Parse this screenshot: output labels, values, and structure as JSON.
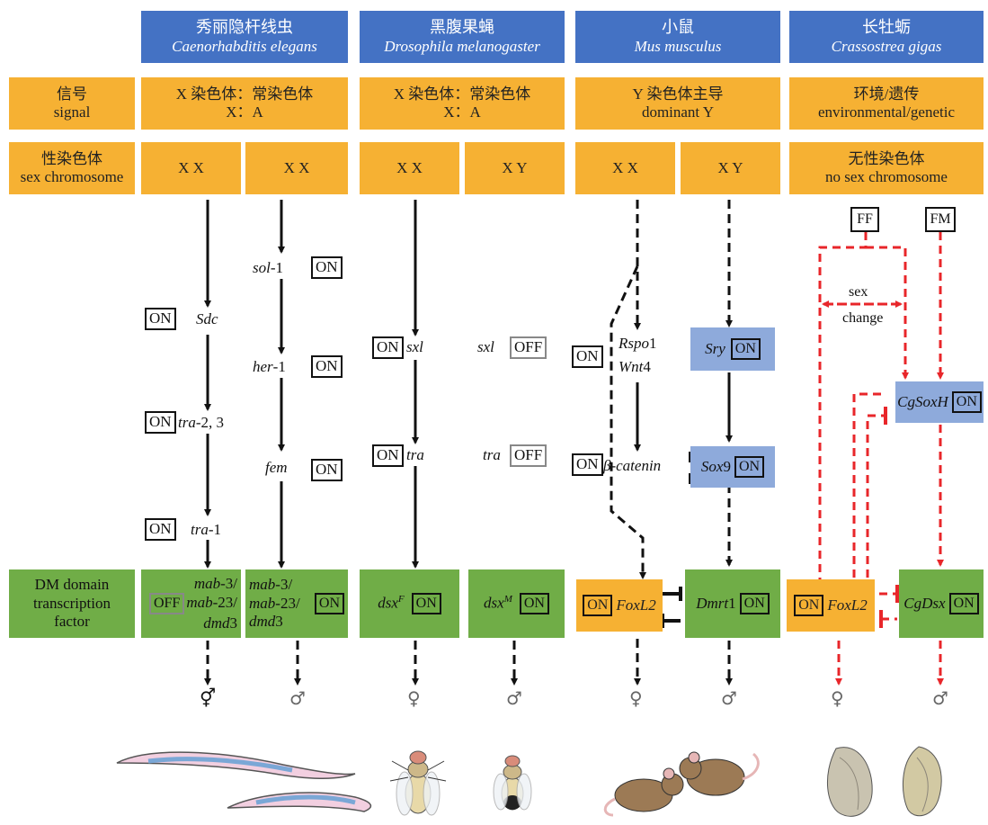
{
  "species": [
    {
      "cn": "秀丽隐杆线虫",
      "lat": "Caenorhabditis elegans"
    },
    {
      "cn": "黑腹果蝇",
      "lat": "Drosophila melanogaster"
    },
    {
      "cn": "小鼠",
      "lat": "Mus musculus"
    },
    {
      "cn": "长牡蛎",
      "lat": "Crassostrea gigas"
    }
  ],
  "rows": {
    "signal": {
      "cn": "信号",
      "en": "signal"
    },
    "sexchrom": {
      "cn": "性染色体",
      "en": "sex chromosome"
    },
    "dm": {
      "l1": "DM domain",
      "l2": "transcription",
      "l3": "factor"
    }
  },
  "signals": [
    {
      "l1": "X 染色体：常染色体",
      "l2": "X：A"
    },
    {
      "l1": "X 染色体：常染色体",
      "l2": "X：A"
    },
    {
      "l1": "Y 染色体主导",
      "l2": "dominant Y"
    },
    {
      "l1": "环境/遗传",
      "l2": "environmental/genetic"
    }
  ],
  "chroms": {
    "xx": "X X",
    "xy": "X Y",
    "none_cn": "无性染色体",
    "none_en": "no sex chromosome"
  },
  "oyster_inputs": {
    "ff": "FF",
    "fm": "FM",
    "sex_change_1": "sex",
    "sex_change_2": "change"
  },
  "state": {
    "on": "ON",
    "off": "OFF"
  },
  "genes": {
    "sdc": "Sdc",
    "tra23_a": "tra",
    "tra23_b": "-2, 3",
    "tra1_a": "tra",
    "tra1_b": "-1",
    "sol1_a": "sol",
    "sol1_b": "-1",
    "her1_a": "her",
    "her1_b": "-1",
    "fem": "fem",
    "sxl": "sxl",
    "tra": "tra",
    "rspo_a": "Rspo",
    "rspo_b": "1",
    "wnt_a": "Wnt",
    "wnt_b": "4",
    "bcat": "β-catenin",
    "sry": "Sry",
    "sox9_a": "Sox",
    "sox9_b": "9",
    "cgsoxh": "CgSoxH",
    "mab_l1a": "mab",
    "mab_l1b": "-3/",
    "mab_l2a": "mab",
    "mab_l2b": "-23/",
    "mab_l3a": "dmd",
    "mab_l3b": "3",
    "dsxf": "dsx",
    "dsxf_sup": "F",
    "dsxm": "dsx",
    "dsxm_sup": "M",
    "foxl2": "FoxL2",
    "dmrt_a": "Dmrt",
    "dmrt_b": "1",
    "cgdsx": "CgDsx"
  },
  "sex_symbols": [
    "⚥",
    "♂",
    "♀",
    "♂",
    "♀",
    "♂",
    "♀",
    "♂"
  ],
  "colors": {
    "header": "#4472c4",
    "signal": "#f6b133",
    "dm": "#70ad47",
    "mouse_gene": "#8eaadb",
    "arrow": "#111111",
    "oyster_arrow": "#e8262a"
  }
}
